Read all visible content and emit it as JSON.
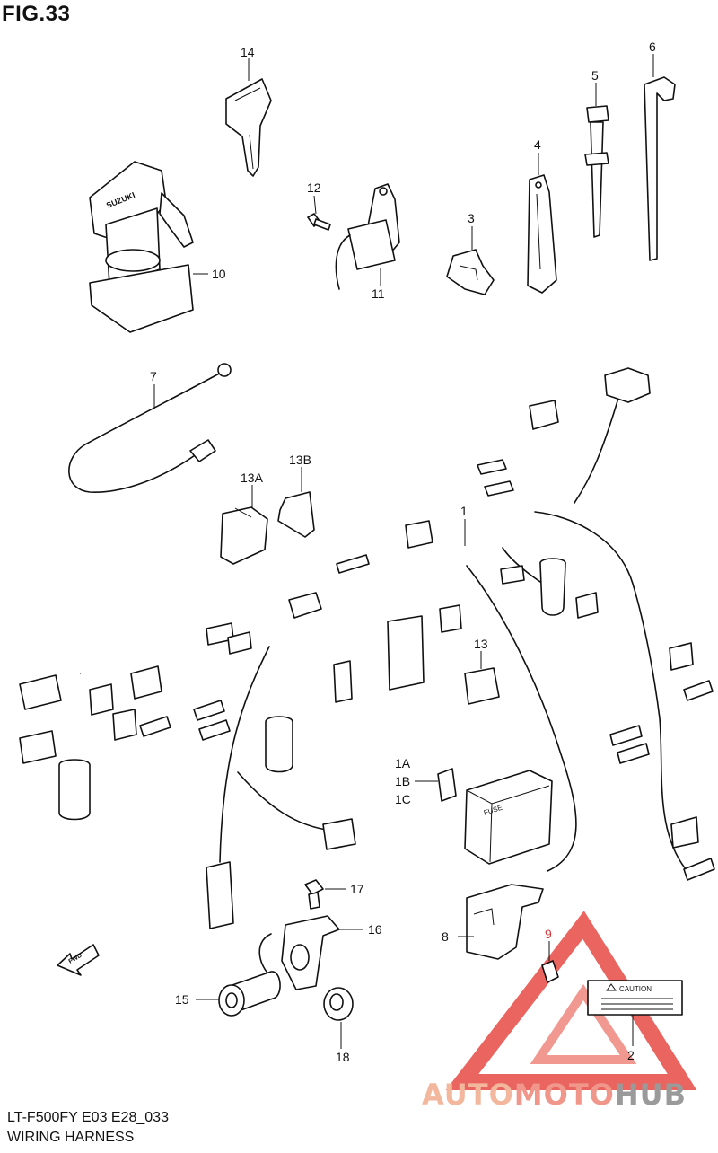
{
  "figure": {
    "title": "FIG.33",
    "model": "LT-F500FY E03 E28_033",
    "caption": "WIRING HARNESS"
  },
  "brand_on_switch": "SUZUKI",
  "fwd_mark": "FWD",
  "fuse_mark": "FUSE",
  "caution_label": "CAUTION",
  "watermark": {
    "part1": "AUTO",
    "part2": "MOTO",
    "part3": "HUB"
  },
  "callouts": {
    "c1": "1",
    "c1a": "1A",
    "c1b": "1B",
    "c1c": "1C",
    "c2": "2",
    "c3": "3",
    "c4": "4",
    "c5": "5",
    "c6": "6",
    "c7": "7",
    "c8": "8",
    "c9": "9",
    "c10": "10",
    "c11": "11",
    "c12": "12",
    "c13": "13",
    "c13a": "13A",
    "c13b": "13B",
    "c14": "14",
    "c15": "15",
    "c16": "16",
    "c17": "17",
    "c18": "18"
  },
  "colors": {
    "line": "#111111",
    "watermark_red": "#e8544f",
    "watermark_orange": "#f2b79c",
    "watermark_grey": "#9a9a9a"
  }
}
